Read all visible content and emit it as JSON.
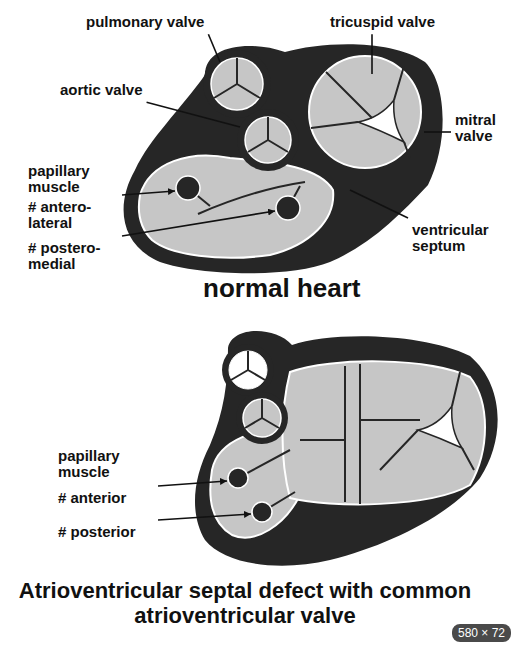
{
  "diagram": {
    "title": "normal heart",
    "caption": "Atrioventricular septal defect with common atrioventricular valve",
    "labels": [
      "pulmonary valve",
      "tricuspid valve",
      "aortic valve",
      "mitral valve",
      "papillary muscle",
      "# antero-lateral",
      "# postero-medial",
      "ventricular septum",
      "papillary muscle",
      "# anterior",
      "# posterior",
      "580 × 72"
    ]
  }
}
